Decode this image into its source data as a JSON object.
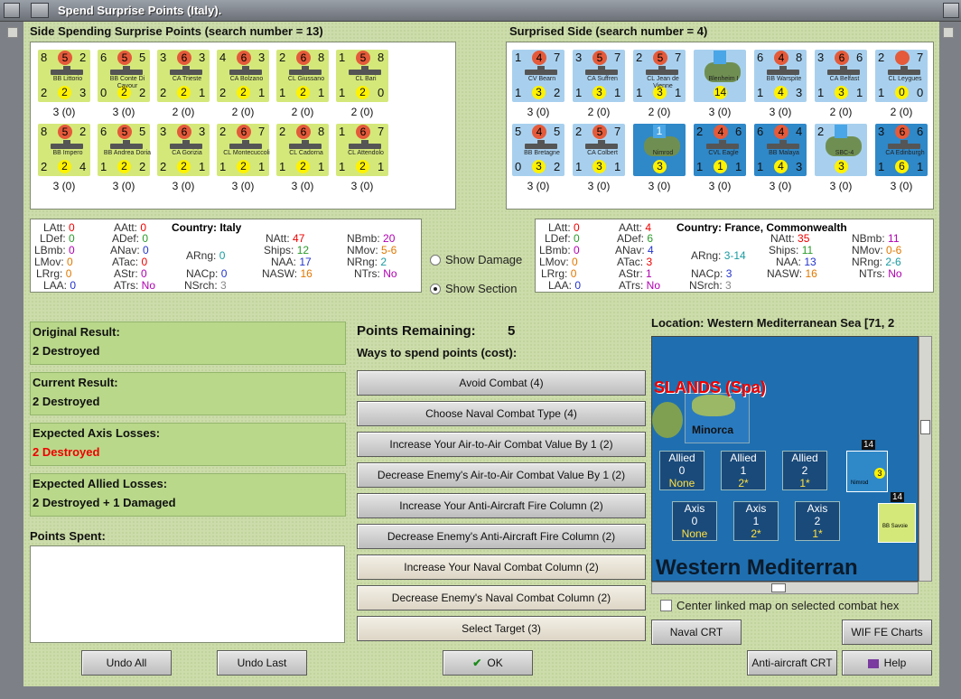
{
  "window": {
    "title": "Spend Surprise Points (Italy)."
  },
  "left_side": {
    "heading": "Side Spending Surprise Points (search number = 13)",
    "rows": [
      [
        {
          "name": "BB Littorio",
          "c": "y",
          "tl": "8",
          "tm": "5",
          "tr": "2",
          "bl": "2",
          "bm": "2",
          "br": "3",
          "status": "3 (0)"
        },
        {
          "name": "BB Conte Di Cavour",
          "c": "y",
          "tl": "6",
          "tm": "5",
          "tr": "5",
          "bl": "0",
          "bm": "2",
          "br": "2",
          "status": "3 (0)"
        },
        {
          "name": "CA Trieste",
          "c": "y",
          "tl": "3",
          "tm": "6",
          "tr": "3",
          "bl": "2",
          "bm": "2",
          "br": "1",
          "status": "2 (0)"
        },
        {
          "name": "CA Bolzano",
          "c": "y",
          "tl": "4",
          "tm": "6",
          "tr": "3",
          "bl": "2",
          "bm": "2",
          "br": "1",
          "status": "2 (0)"
        },
        {
          "name": "CL Giussano",
          "c": "y",
          "tl": "2",
          "tm": "6",
          "tr": "8",
          "bl": "1",
          "bm": "2",
          "br": "1",
          "status": "2 (0)"
        },
        {
          "name": "CL Bari",
          "c": "y",
          "tl": "1",
          "tm": "5",
          "tr": "8",
          "bl": "1",
          "bm": "2",
          "br": "0",
          "status": "2 (0)"
        }
      ],
      [
        {
          "name": "BB Impero",
          "c": "y",
          "tl": "8",
          "tm": "5",
          "tr": "2",
          "bl": "2",
          "bm": "2",
          "br": "4",
          "status": "3 (0)"
        },
        {
          "name": "BB Andrea Doria",
          "c": "y",
          "tl": "6",
          "tm": "5",
          "tr": "5",
          "bl": "1",
          "bm": "2",
          "br": "2",
          "status": "3 (0)"
        },
        {
          "name": "CA Gorizia",
          "c": "y",
          "tl": "3",
          "tm": "6",
          "tr": "3",
          "bl": "2",
          "bm": "2",
          "br": "1",
          "status": "3 (0)"
        },
        {
          "name": "CL Montecuccoli",
          "c": "y",
          "tl": "2",
          "tm": "6",
          "tr": "7",
          "bl": "1",
          "bm": "2",
          "br": "1",
          "status": "3 (0)"
        },
        {
          "name": "CL Cadorna",
          "c": "y",
          "tl": "2",
          "tm": "6",
          "tr": "8",
          "bl": "1",
          "bm": "2",
          "br": "1",
          "status": "3 (0)"
        },
        {
          "name": "CL Attendolo",
          "c": "y",
          "tl": "1",
          "tm": "6",
          "tr": "7",
          "bl": "1",
          "bm": "2",
          "br": "1",
          "status": "3 (0)"
        }
      ]
    ]
  },
  "right_side": {
    "heading": "Surprised Side (search number = 4)",
    "rows": [
      [
        {
          "name": "CV Bearn",
          "c": "b",
          "tl": "1",
          "tm": "4",
          "tr": "7",
          "bl": "1",
          "bm": "3",
          "br": "2",
          "status": "3 (0)"
        },
        {
          "name": "CA Suffren",
          "c": "b",
          "tl": "3",
          "tm": "5",
          "tr": "7",
          "bl": "1",
          "bm": "3",
          "br": "1",
          "status": "2 (0)"
        },
        {
          "name": "CL Jean de Vienne",
          "c": "b",
          "tl": "2",
          "tm": "5",
          "tr": "7",
          "bl": "1",
          "bm": "3",
          "br": "1",
          "status": "2 (0)"
        },
        {
          "name": "Blenheim I",
          "c": "b",
          "plane": true,
          "tl": "",
          "tm": "",
          "tr": "",
          "bl": "",
          "bm": "14",
          "br": "",
          "status": "3 (0)"
        },
        {
          "name": "BB Warspite",
          "c": "b",
          "tl": "6",
          "tm": "4",
          "tr": "8",
          "bl": "1",
          "bm": "4",
          "br": "3",
          "status": "3 (0)"
        },
        {
          "name": "CA Belfast",
          "c": "b",
          "tl": "3",
          "tm": "6",
          "tr": "6",
          "bl": "1",
          "bm": "3",
          "br": "1",
          "status": "2 (0)"
        },
        {
          "name": "CL Leygues",
          "c": "b",
          "tl": "2",
          "tm": "",
          "tr": "7",
          "bl": "1",
          "bm": "0",
          "br": "0",
          "status": "2 (0)"
        }
      ],
      [
        {
          "name": "BB Bretagne",
          "c": "b",
          "tl": "5",
          "tm": "4",
          "tr": "5",
          "bl": "0",
          "bm": "3",
          "br": "2",
          "status": "3 (0)"
        },
        {
          "name": "CA Colbert",
          "c": "b",
          "tl": "2",
          "tm": "5",
          "tr": "7",
          "bl": "1",
          "bm": "3",
          "br": "1",
          "status": "3 (0)"
        },
        {
          "name": "Nimrod",
          "c": "db",
          "plane": true,
          "tl": "",
          "tm": "1",
          "tr": "",
          "bl": "",
          "bm": "3",
          "br": "",
          "status": "3 (0)"
        },
        {
          "name": "CVL Eagle",
          "c": "db",
          "tl": "2",
          "tm": "4",
          "tr": "6",
          "bl": "1",
          "bm": "1",
          "br": "1",
          "status": "3 (0)"
        },
        {
          "name": "BB Malaya",
          "c": "db",
          "tl": "6",
          "tm": "4",
          "tr": "4",
          "bl": "1",
          "bm": "4",
          "br": "3",
          "status": "3 (0)"
        },
        {
          "name": "SBC-4",
          "c": "b",
          "plane": true,
          "tl": "2",
          "tm": "",
          "tr": "",
          "bl": "",
          "bm": "3",
          "br": "",
          "status": "3 (0)"
        },
        {
          "name": "CA Edinburgh",
          "c": "db",
          "tl": "3",
          "tm": "6",
          "tr": "6",
          "bl": "1",
          "bm": "6",
          "br": "1",
          "status": "3 (0)"
        }
      ]
    ]
  },
  "stats_left": {
    "country_label": "Country:",
    "country": "Italy",
    "LAtt": "0",
    "AAtt": "0",
    "LDef": "0",
    "ADef": "0",
    "LBmb": "0",
    "ANav": "0",
    "ARng": "0",
    "LMov": "0",
    "ATac": "0",
    "LRrg": "0",
    "AStr": "0",
    "NACp": "0",
    "LAA": "0",
    "ATrs": "No",
    "NSrch": "3",
    "NAtt": "47",
    "NBmb": "20",
    "Ships": "12",
    "NMov": "5-6",
    "NAA": "17",
    "NRng": "2",
    "NASW": "16",
    "NTrs": "No"
  },
  "stats_right": {
    "country_label": "Country:",
    "country": "France, Commonwealth",
    "LAtt": "0",
    "AAtt": "4",
    "LDef": "0",
    "ADef": "6",
    "LBmb": "0",
    "ANav": "4",
    "ARng": "3-14",
    "LMov": "0",
    "ATac": "3",
    "LRrg": "0",
    "AStr": "1",
    "NACp": "3",
    "LAA": "0",
    "ATrs": "No",
    "NSrch": "3",
    "NAtt": "35",
    "NBmb": "11",
    "Ships": "11",
    "NMov": "0-6",
    "NAA": "13",
    "NRng": "2-6",
    "NASW": "16",
    "NTrs": "No"
  },
  "radios": {
    "show_damage": "Show Damage",
    "show_section": "Show Section"
  },
  "results": {
    "original_label": "Original Result:",
    "original": "2 Destroyed",
    "current_label": "Current Result:",
    "current": "2 Destroyed",
    "axis_label": "Expected Axis Losses:",
    "axis": "2 Destroyed",
    "allied_label": "Expected Allied Losses:",
    "allied": "2 Destroyed + 1 Damaged",
    "spent_label": "Points Spent:"
  },
  "points": {
    "remaining_label": "Points Remaining:",
    "remaining": "5",
    "ways_label": "Ways to spend points (cost):"
  },
  "actions": [
    "Avoid Combat (4)",
    "Choose Naval Combat Type (4)",
    "Increase Your Air-to-Air Combat Value By 1 (2)",
    "Decrease Enemy's Air-to-Air Combat Value By 1 (2)",
    "Increase Your Anti-Aircraft Fire Column (2)",
    "Decrease Enemy's Anti-Aircraft Fire Column (2)",
    "Increase Your Naval Combat Column (2)",
    "Decrease Enemy's Naval Combat Column (2)",
    "Select Target (3)"
  ],
  "map": {
    "location": "Location: Western Mediterranean Sea [71, 2",
    "islands": "SLANDS (Spa)",
    "minorca": "Minorca",
    "sea": "Western Mediterran",
    "allied": [
      {
        "h": "Allied",
        "n": "0",
        "s": "None"
      },
      {
        "h": "Allied",
        "n": "1",
        "s": "2*"
      },
      {
        "h": "Allied",
        "n": "2",
        "s": "1*"
      }
    ],
    "axis": [
      {
        "h": "Axis",
        "n": "0",
        "s": "None"
      },
      {
        "h": "Axis",
        "n": "1",
        "s": "2*"
      },
      {
        "h": "Axis",
        "n": "2",
        "s": "1*"
      }
    ],
    "badge": "14",
    "mini_name": "Nimrod",
    "mini2_name": "BB Savoie",
    "center_check": "Center linked map on selected combat hex"
  },
  "buttons": {
    "undo_all": "Undo All",
    "undo_last": "Undo Last",
    "ok": "OK",
    "naval_crt": "Naval CRT",
    "wif_fe": "WIF FE Charts",
    "aa_crt": "Anti-aircraft CRT",
    "help": "Help"
  },
  "colors": {
    "accent_red": "#e00000",
    "panel_green": "#b9d88a",
    "background": "#ccdcaa"
  }
}
